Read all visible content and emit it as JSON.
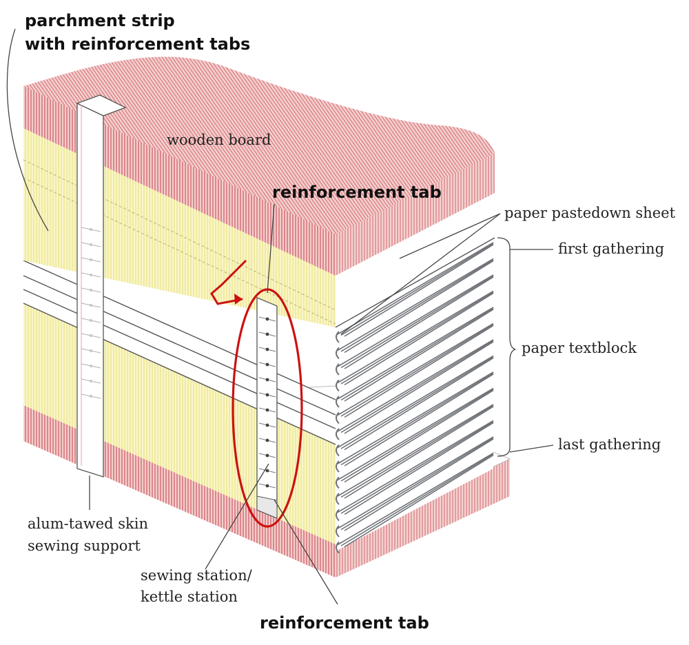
{
  "labels": {
    "parchment_strip_line1": "parchment strip",
    "parchment_strip_line2": "with reinforcement tabs",
    "wooden_board": "wooden board",
    "reinforcement_tab_top": "reinforcement tab",
    "paper_pastedown_sheet": "paper pastedown sheet",
    "first_gathering": "first gathering",
    "paper_textblock": "paper textblock",
    "last_gathering": "last gathering",
    "alum_tawed_line1": "alum-tawed skin",
    "alum_tawed_line2": "sewing support",
    "sewing_station_line1": "sewing station/",
    "sewing_station_line2": "kettle station",
    "reinforcement_tab_bottom": "reinforcement tab"
  },
  "colors": {
    "board": "#d9848a",
    "board_light": "#f2c9c7",
    "leaf_yellow": "#f7f3b8",
    "leaf_stripe": "#e9e27c",
    "gathering_line": "#6e7277",
    "highlight_red": "#cc1111",
    "strip_white": "#ffffff"
  }
}
